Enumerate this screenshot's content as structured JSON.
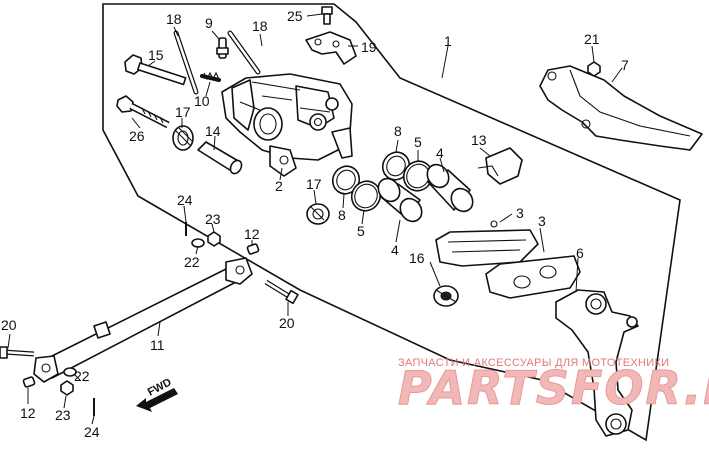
{
  "diagram": {
    "labels": [
      {
        "id": "p1",
        "text": "1"
      },
      {
        "id": "p2",
        "text": "2"
      },
      {
        "id": "p3a",
        "text": "3"
      },
      {
        "id": "p3b",
        "text": "3"
      },
      {
        "id": "p4a",
        "text": "4"
      },
      {
        "id": "p4b",
        "text": "4"
      },
      {
        "id": "p5a",
        "text": "5"
      },
      {
        "id": "p5b",
        "text": "5"
      },
      {
        "id": "p6",
        "text": "6"
      },
      {
        "id": "p7",
        "text": "7"
      },
      {
        "id": "p8a",
        "text": "8"
      },
      {
        "id": "p8b",
        "text": "8"
      },
      {
        "id": "p9",
        "text": "9"
      },
      {
        "id": "p10",
        "text": "10"
      },
      {
        "id": "p11",
        "text": "11"
      },
      {
        "id": "p12a",
        "text": "12"
      },
      {
        "id": "p12b",
        "text": "12"
      },
      {
        "id": "p13",
        "text": "13"
      },
      {
        "id": "p14",
        "text": "14"
      },
      {
        "id": "p15",
        "text": "15"
      },
      {
        "id": "p16",
        "text": "16"
      },
      {
        "id": "p17a",
        "text": "17"
      },
      {
        "id": "p17b",
        "text": "17"
      },
      {
        "id": "p18a",
        "text": "18"
      },
      {
        "id": "p18b",
        "text": "18"
      },
      {
        "id": "p19",
        "text": "19"
      },
      {
        "id": "p20a",
        "text": "20"
      },
      {
        "id": "p20b",
        "text": "20"
      },
      {
        "id": "p21",
        "text": "21"
      },
      {
        "id": "p22a",
        "text": "22"
      },
      {
        "id": "p22b",
        "text": "22"
      },
      {
        "id": "p23a",
        "text": "23"
      },
      {
        "id": "p23b",
        "text": "23"
      },
      {
        "id": "p24a",
        "text": "24"
      },
      {
        "id": "p24b",
        "text": "24"
      },
      {
        "id": "p25",
        "text": "25"
      },
      {
        "id": "p26",
        "text": "26"
      }
    ],
    "direction_marker": "FWD"
  },
  "watermark": {
    "tagline": "ЗАПЧАСТИ И АКСЕССУАРЫ ДЛЯ МОТОТЕХНИКИ",
    "brand": "PARTSFOR.RU"
  },
  "colors": {
    "line": "#111111",
    "watermark_text": "#e07a7a",
    "watermark_brand": "#f2b7b7"
  }
}
